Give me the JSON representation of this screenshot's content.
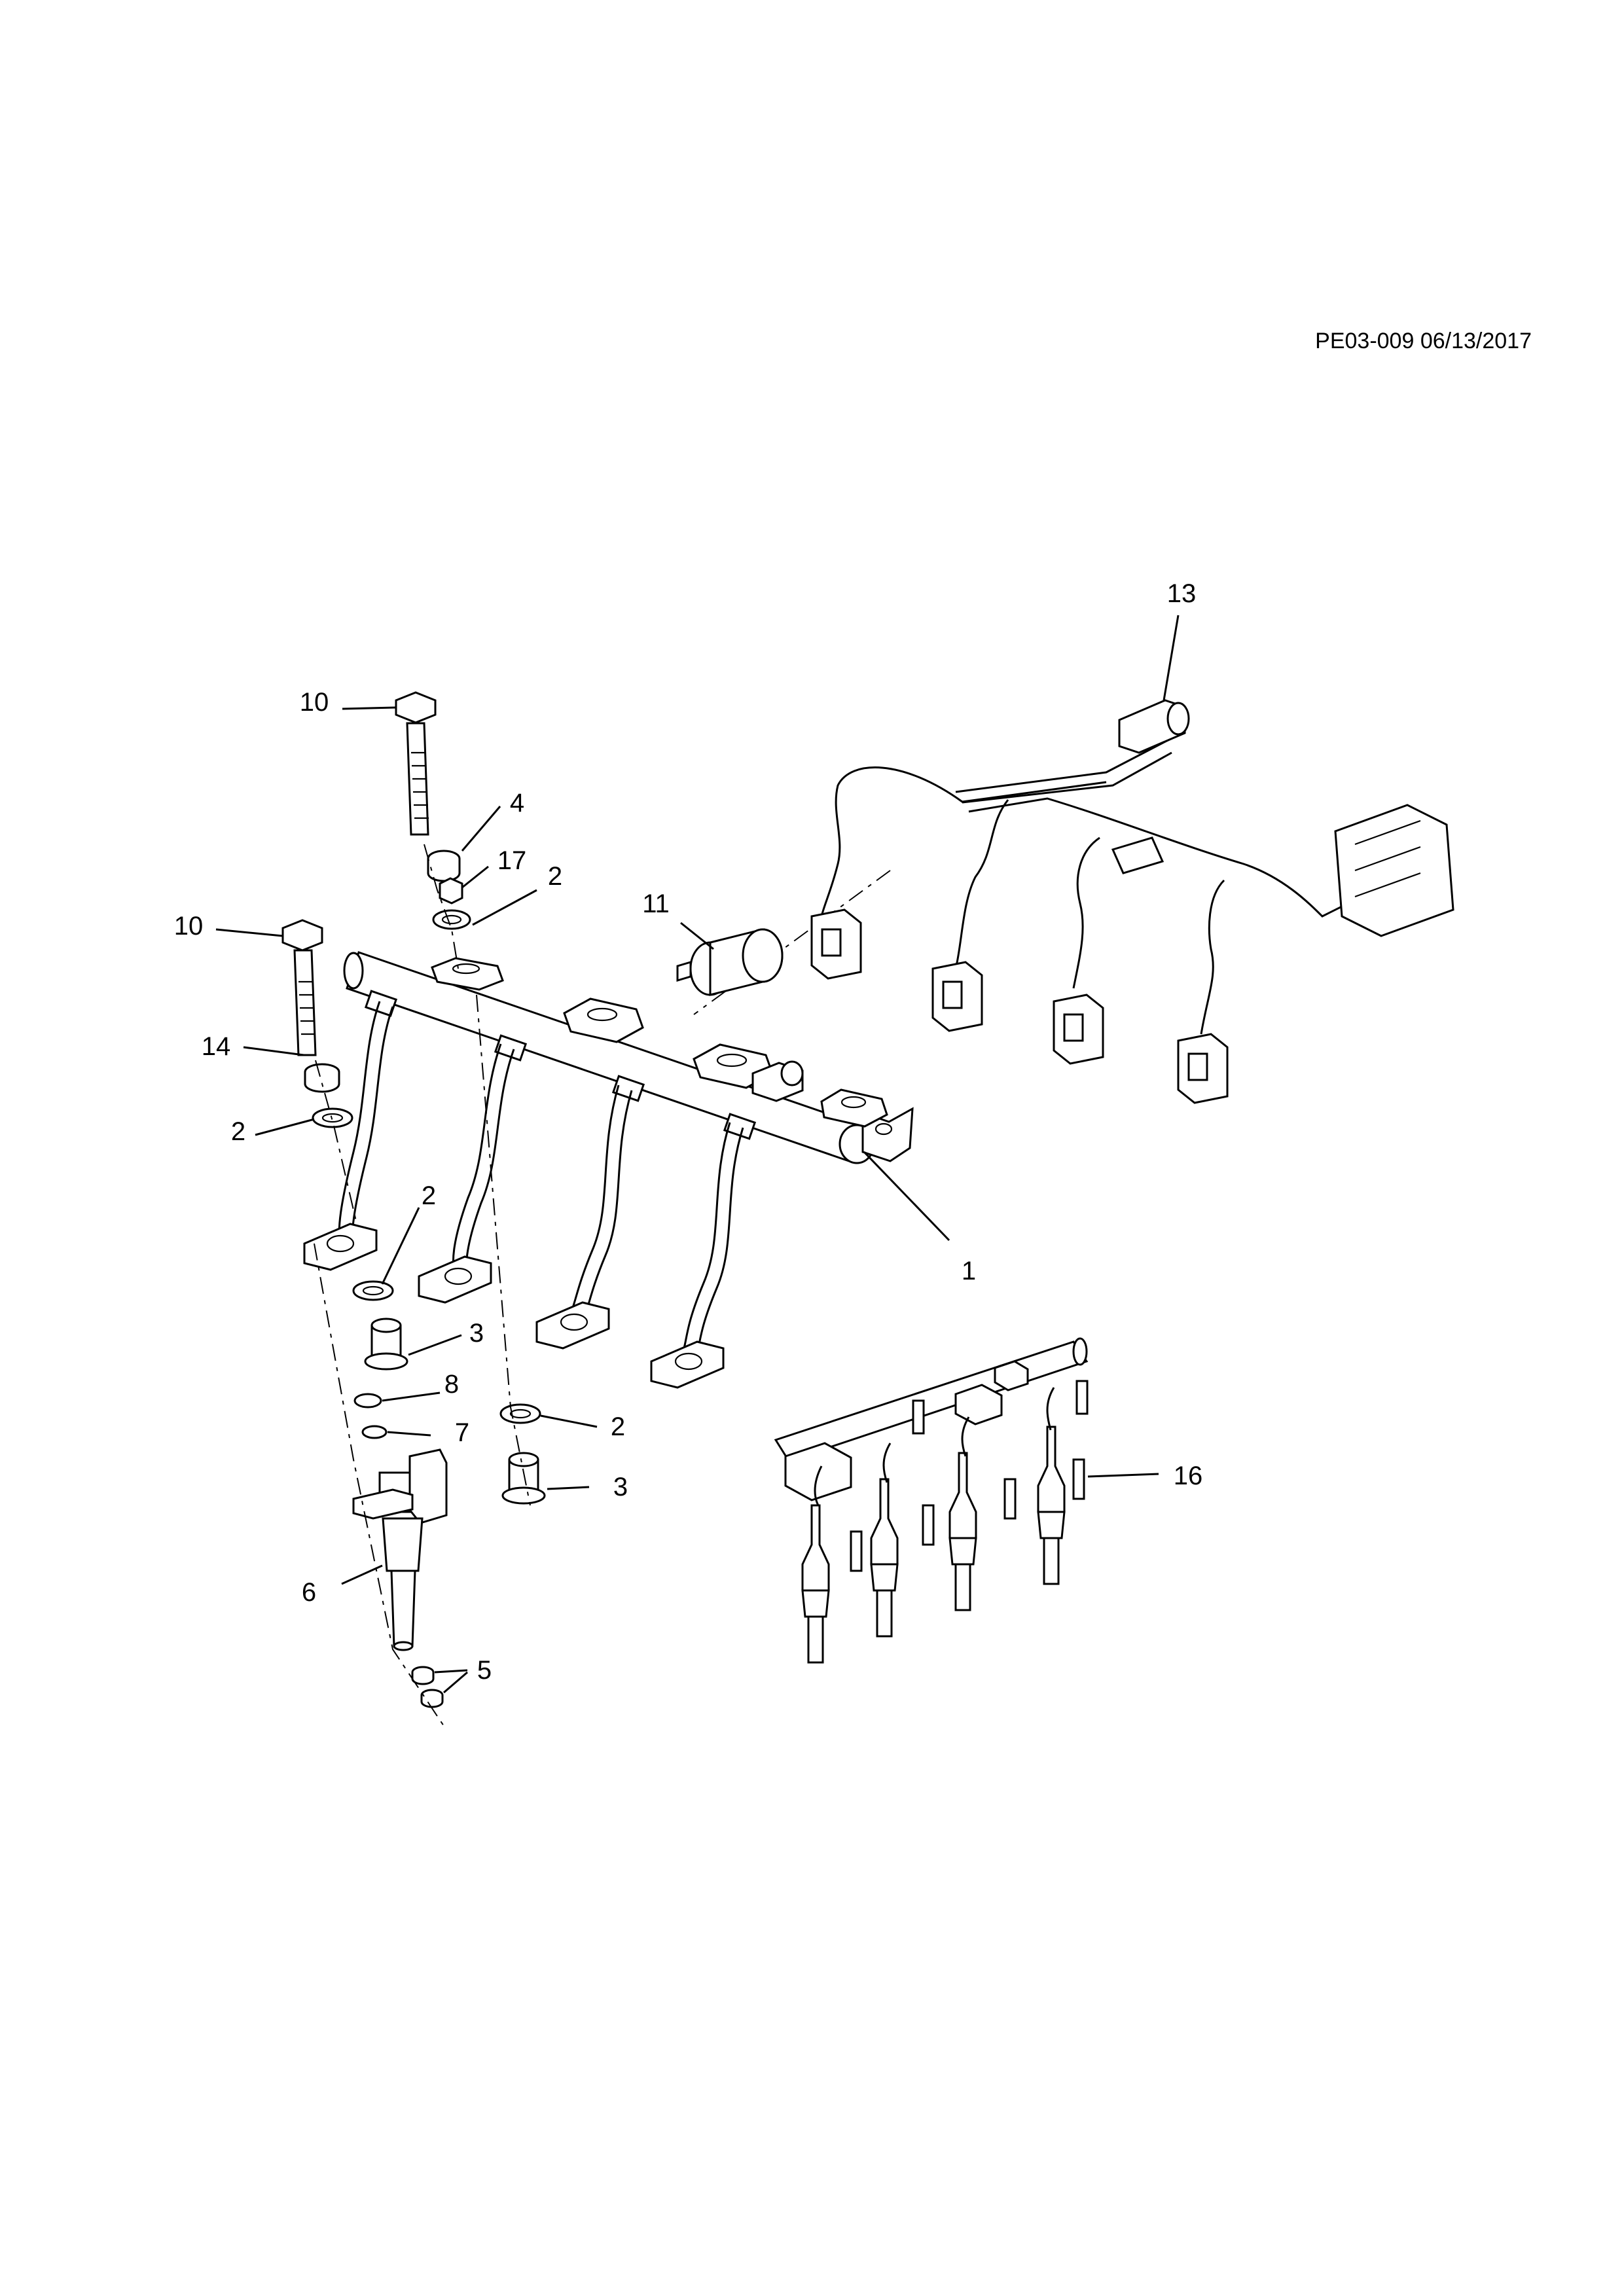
{
  "header": {
    "doc_ref": "PE03-009 06/13/2017"
  },
  "callouts": [
    {
      "id": "c1",
      "label": "1"
    },
    {
      "id": "c2a",
      "label": "2"
    },
    {
      "id": "c2b",
      "label": "2"
    },
    {
      "id": "c2c",
      "label": "2"
    },
    {
      "id": "c2d",
      "label": "2"
    },
    {
      "id": "c3a",
      "label": "3"
    },
    {
      "id": "c3b",
      "label": "3"
    },
    {
      "id": "c4",
      "label": "4"
    },
    {
      "id": "c5",
      "label": "5"
    },
    {
      "id": "c6",
      "label": "6"
    },
    {
      "id": "c7",
      "label": "7"
    },
    {
      "id": "c8",
      "label": "8"
    },
    {
      "id": "c10a",
      "label": "10"
    },
    {
      "id": "c10b",
      "label": "10"
    },
    {
      "id": "c11",
      "label": "11"
    },
    {
      "id": "c13",
      "label": "13"
    },
    {
      "id": "c14",
      "label": "14"
    },
    {
      "id": "c16",
      "label": "16"
    },
    {
      "id": "c17",
      "label": "17"
    }
  ]
}
